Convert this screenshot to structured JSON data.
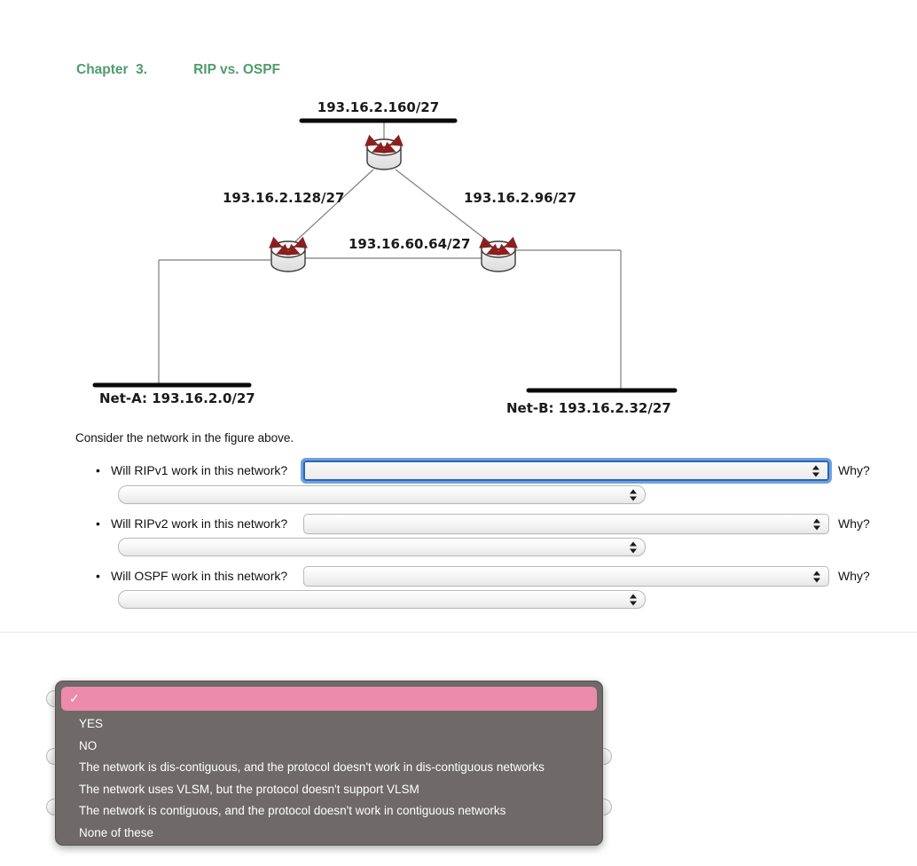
{
  "header": {
    "chapter": "Chapter  3.",
    "title": "RIP vs. OSPF"
  },
  "diagram": {
    "networks": {
      "top": "193.16.2.160/27",
      "left_link": "193.16.2.128/27",
      "right_link": "193.16.2.96/27",
      "middle_link": "193.16.60.64/27",
      "net_a": "Net-A: 193.16.2.0/27",
      "net_b": "Net-B: 193.16.2.32/27"
    },
    "router_icon_count": 3
  },
  "intro": "Consider the network in the figure above.",
  "bullet_char": "•",
  "questions": [
    {
      "label": "Will RIPv1 work in this network?",
      "why_label": "Why?",
      "answer_value": "",
      "why_value": "",
      "focused": true
    },
    {
      "label": "Will RIPv2 work in this network?",
      "why_label": "Why?",
      "answer_value": "",
      "why_value": "",
      "focused": false
    },
    {
      "label": "Will OSPF work in this network?",
      "why_label": "Why?",
      "answer_value": "",
      "why_value": "",
      "focused": false
    }
  ],
  "dropdown_menu": {
    "check_icon": "✓",
    "selected_index": 0,
    "options": [
      "",
      "YES",
      "NO",
      "The network is dis-contiguous, and the protocol doesn't work in dis-contiguous networks",
      "The network uses VLSM, but the protocol doesn't support VLSM",
      "The network is contiguous, and the protocol doesn't work in contiguous networks",
      "None of these"
    ]
  },
  "colors": {
    "title_green": "#4e9c6e",
    "highlight_pink": "#ec8bac",
    "menu_gray": "#6f6969",
    "focus_blue": "#2d66b0",
    "focus_ring": "#6da1df"
  }
}
